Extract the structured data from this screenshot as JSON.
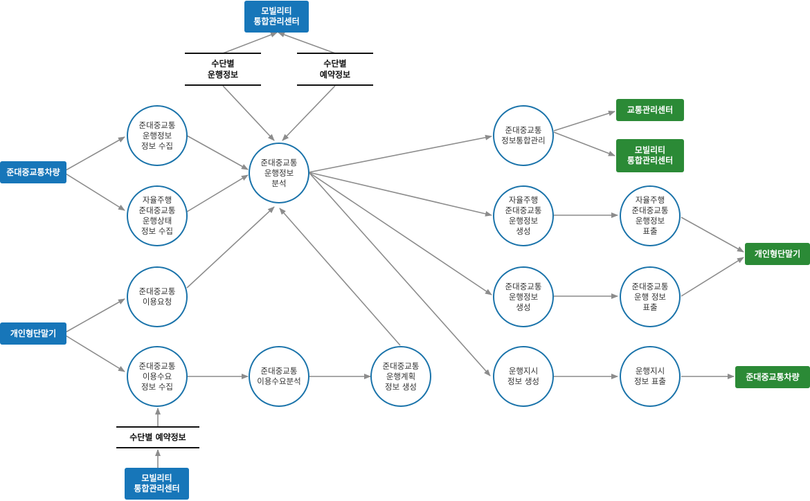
{
  "externals": {
    "top_mobility_center": "모빌리티\n통합관리센터",
    "vehicle_left": "준대중교통차량",
    "terminal_left": "개인형단말기",
    "bottom_mobility_center": "모빌리티\n통합관리센터",
    "traffic_center_right": "교통관리센터",
    "mobility_center_right": "모빌리티\n통합관리센터",
    "terminal_right": "개인형단말기",
    "vehicle_right": "준대중교통차량"
  },
  "stores": {
    "mode_operation_info": "수단별\n운행정보",
    "mode_reservation_info": "수단별\n예약정보",
    "mode_reservation_info_bottom": "수단별 예약정보"
  },
  "processes": {
    "operation_info_collect": "준대중교통\n운행정보\n정보 수집",
    "autonomous_status_collect": "자율주행\n준대중교통\n운행상태\n정보 수집",
    "use_request": "준대중교통\n이용요청",
    "demand_collect": "준대중교통\n이용수요\n정보 수집",
    "operation_analysis": "준대중교통\n운행정보\n분석",
    "demand_analysis": "준대중교통\n이용수요분석",
    "operation_plan": "준대중교통\n운행계획\n정보 생성",
    "integrated_management": "준대중교통\n정보통합관리",
    "autonomous_info_generate": "자율주행\n준대중교통\n운행정보\n생성",
    "operation_info_generate": "준대중교통\n운행정보\n생성",
    "dispatch_generate": "운행지시\n정보 생성",
    "autonomous_info_display": "자율주행\n준대중교통\n운행정보\n표출",
    "operation_info_display": "준대중교통\n운행 정보\n표출",
    "dispatch_display": "운행지시\n정보 표출"
  },
  "colors": {
    "external_blue": "#1776b9",
    "external_green": "#2b8a36",
    "circle_border": "#1a73aa",
    "arrow": "#8c8c8c"
  }
}
